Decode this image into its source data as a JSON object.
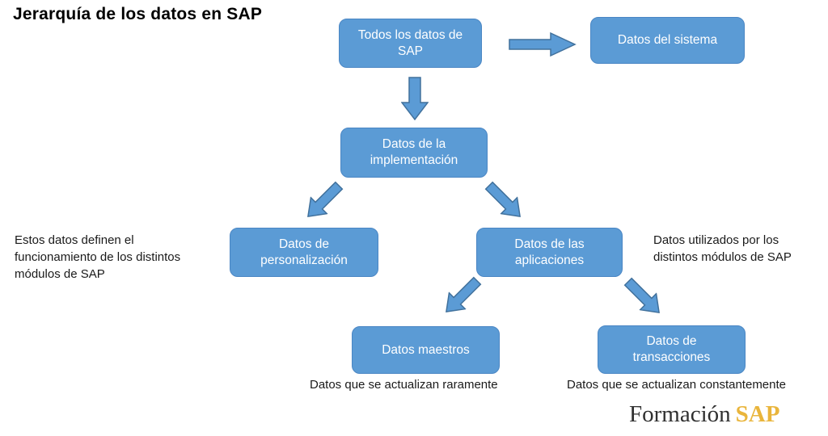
{
  "title": "Jerarquía de los datos en SAP",
  "colors": {
    "box_fill": "#5B9BD5",
    "box_border": "#4A86C4",
    "box_text": "#FFFFFF",
    "arrow_fill": "#5B9BD5",
    "arrow_border": "#41719C",
    "text_color": "#1A1A1A",
    "logo_text": "#303030",
    "logo_brand": "#E9B53C"
  },
  "nodes": {
    "todos": {
      "label": "Todos los datos de SAP"
    },
    "sistema": {
      "label": "Datos del sistema"
    },
    "implementacion": {
      "label": "Datos de la implementación"
    },
    "personalizacion": {
      "label": "Datos de personalización"
    },
    "aplicaciones": {
      "label": "Datos de las aplicaciones"
    },
    "maestros": {
      "label": "Datos maestros"
    },
    "transacciones": {
      "label": "Datos de transacciones"
    }
  },
  "notes": {
    "personalizacion": "Estos datos definen el funcionamiento de los distintos módulos de SAP",
    "aplicaciones": "Datos utilizados por los distintos módulos de SAP",
    "maestros": "Datos que se actualizan raramente",
    "transacciones": "Datos que se actualizan constantemente"
  },
  "icons": {
    "arrow_right": "arrow-right-icon",
    "arrow_down": "arrow-down-icon",
    "arrow_down_left": "arrow-down-left-icon",
    "arrow_down_right": "arrow-down-right-icon"
  },
  "logo": {
    "text": "Formación",
    "brand": "SAP"
  }
}
